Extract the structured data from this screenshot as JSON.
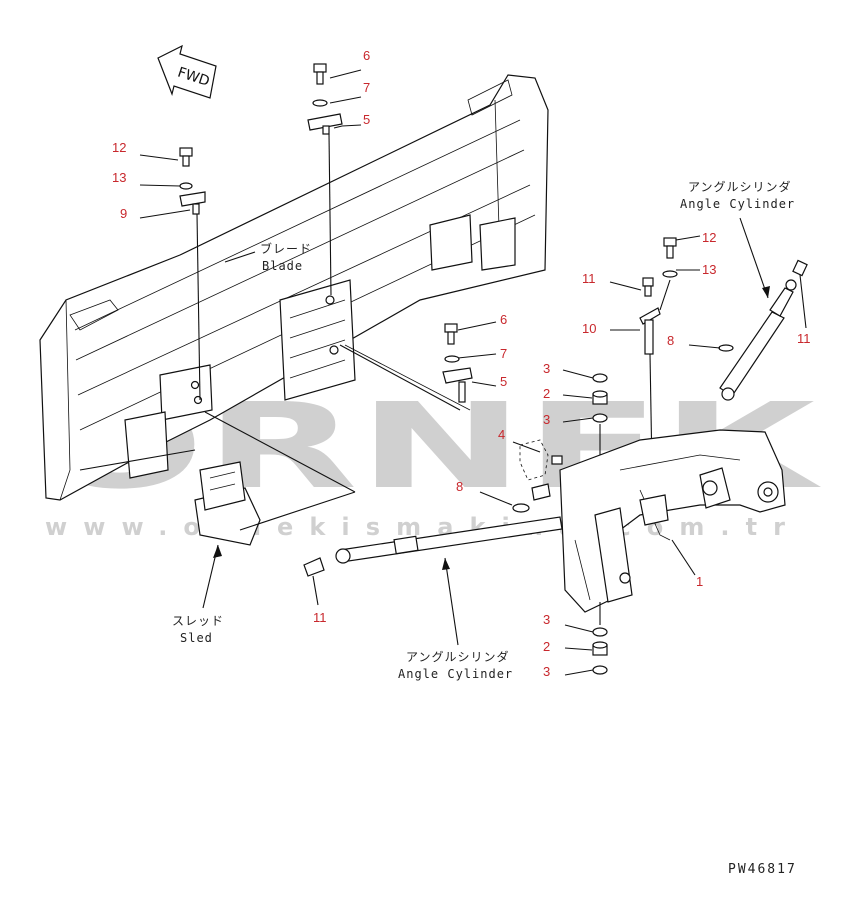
{
  "fwd_label": "FWD",
  "part_labels": {
    "blade_jp": "ブレード",
    "blade_en": "Blade",
    "sled_jp": "スレッド",
    "sled_en": "Sled",
    "angle_cyl_top_jp": "アングルシリンダ",
    "angle_cyl_top_en": "Angle Cylinder",
    "angle_cyl_bottom_jp": "アングルシリンダ",
    "angle_cyl_bottom_en": "Angle Cylinder"
  },
  "callouts": {
    "c6a": "6",
    "c7a": "7",
    "c5a": "5",
    "c12a": "12",
    "c13a": "13",
    "c9": "9",
    "c6b": "6",
    "c7b": "7",
    "c5b": "5",
    "c12b": "12",
    "c13b": "13",
    "c11a": "11",
    "c10": "10",
    "c8a": "8",
    "c11b": "11",
    "c3a": "3",
    "c2a": "2",
    "c3b": "3",
    "c4": "4",
    "c8b": "8",
    "c1": "1",
    "c11c": "11",
    "c3c": "3",
    "c2b": "2",
    "c3d": "3"
  },
  "drawing_code": "PW46817",
  "watermark": {
    "logo": "ÖRNEK",
    "url": "www.ornekismakina.com.tr"
  },
  "colors": {
    "callout": "#c8282d",
    "watermark": "#c8c8c8",
    "watermark_accent": "#f2c200",
    "line": "#111111"
  }
}
